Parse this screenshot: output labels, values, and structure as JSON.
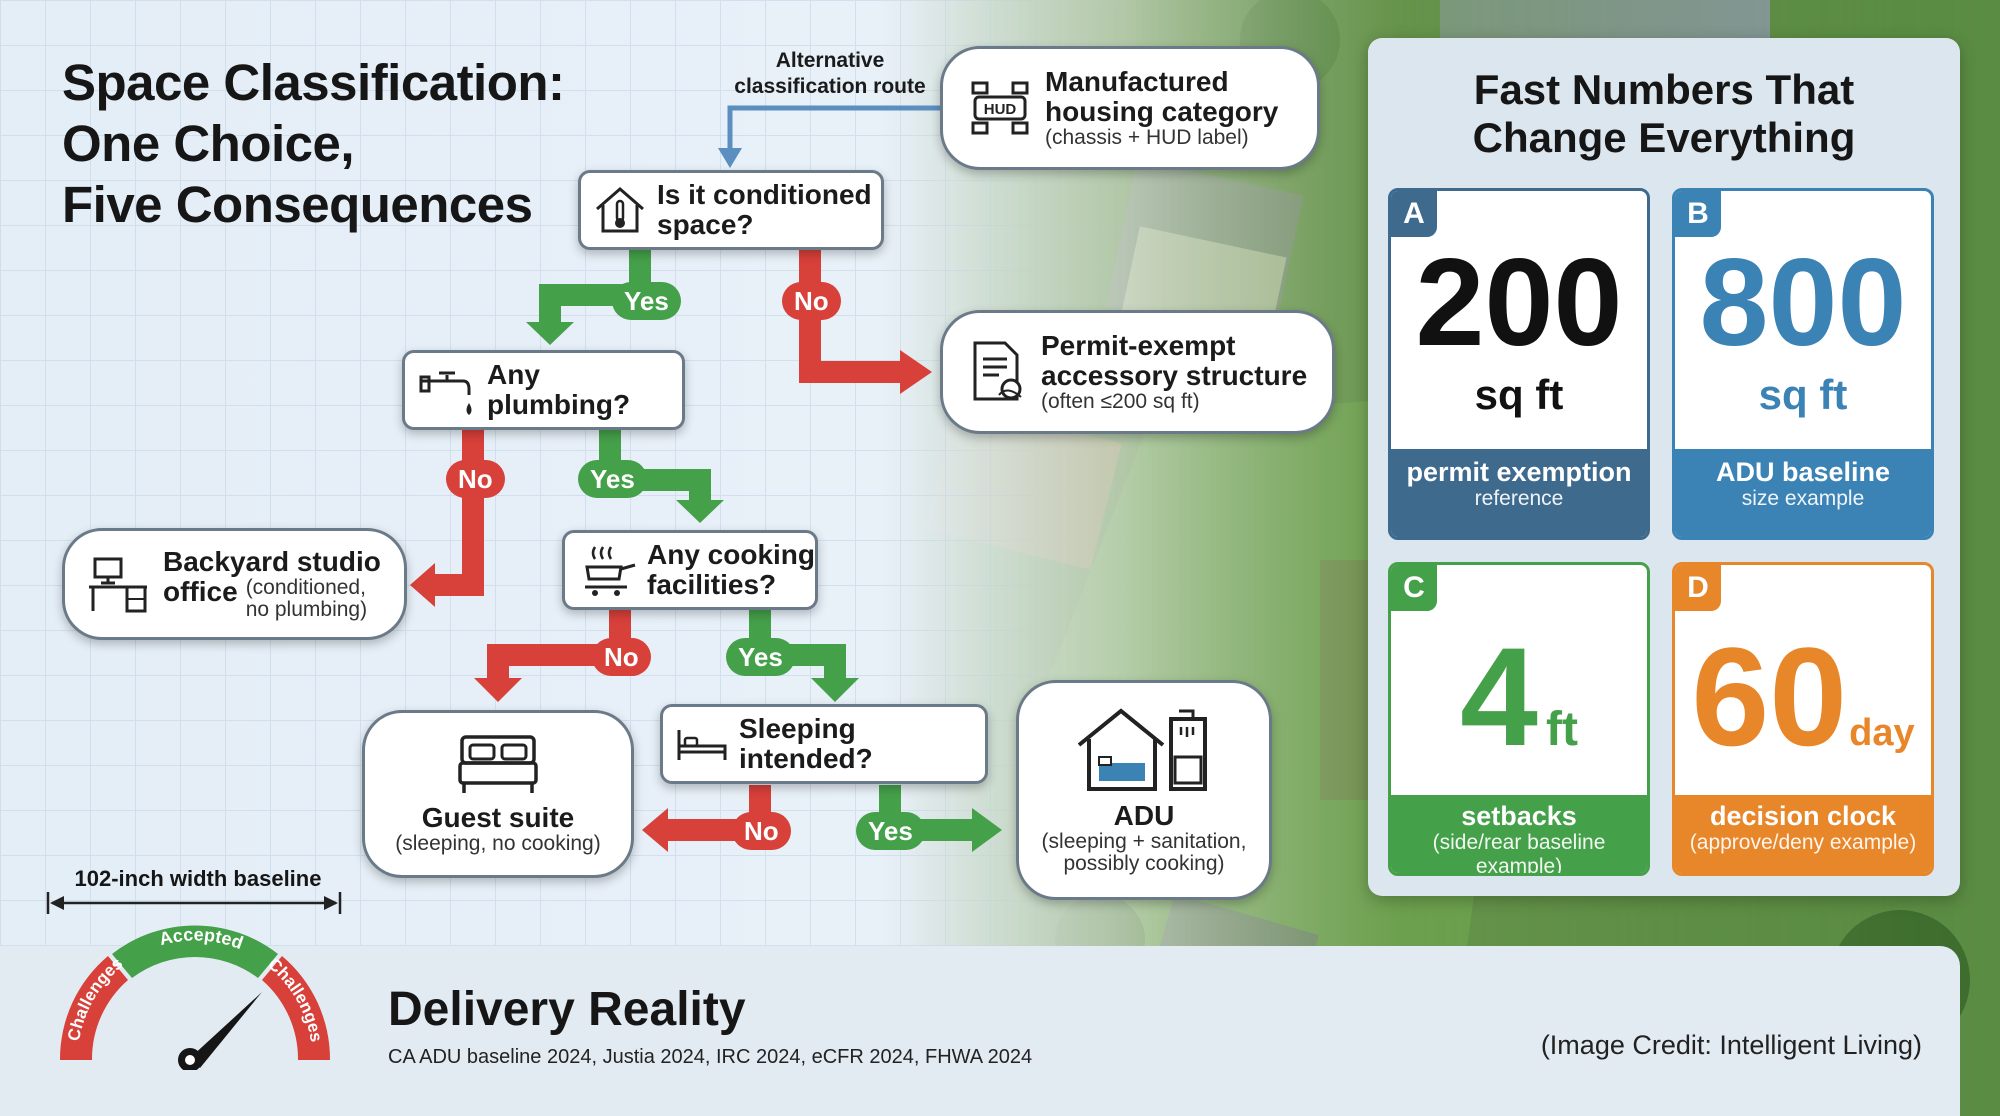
{
  "title": {
    "line1": "Space Classification:",
    "line2": "One Choice,",
    "line3": "Five Consequences"
  },
  "alternative_route": {
    "line1": "Alternative",
    "line2": "classification route"
  },
  "nodes": {
    "manufactured": {
      "line1": "Manufactured",
      "line2": "housing category",
      "sub": "(chassis + HUD label)",
      "icon_text": "HUD"
    },
    "conditioned": {
      "line1": "Is it conditioned",
      "line2": "space?"
    },
    "permit_exempt": {
      "line1": "Permit-exempt",
      "line2": "accessory structure",
      "sub": "(often ≤200 sq ft)"
    },
    "plumbing": {
      "label": "Any plumbing?"
    },
    "studio": {
      "line1": "Backyard studio",
      "line2": "office",
      "sub1": "(conditioned,",
      "sub2": "no plumbing)"
    },
    "cooking": {
      "line1": "Any cooking",
      "line2": "facilities?"
    },
    "sleeping": {
      "label": "Sleeping intended?"
    },
    "guest": {
      "label": "Guest suite",
      "sub": "(sleeping, no cooking)"
    },
    "adu": {
      "label": "ADU",
      "sub1": "(sleeping + sanitation,",
      "sub2": "possibly cooking)"
    }
  },
  "pills": {
    "yes1": "Yes",
    "no1": "No",
    "no2": "No",
    "yes2": "Yes",
    "no3": "No",
    "yes3": "Yes",
    "no4": "No",
    "yes4": "Yes"
  },
  "panel": {
    "title_line1": "Fast Numbers That",
    "title_line2": "Change Everything",
    "cards": [
      {
        "letter": "A",
        "number": "200",
        "unit": "sq ft",
        "label": "permit exemption",
        "sublabel": "reference",
        "color": "#3e6a8e"
      },
      {
        "letter": "B",
        "number": "800",
        "unit": "sq ft",
        "label": "ADU baseline",
        "sublabel": "size example",
        "color": "#3b82b5"
      },
      {
        "letter": "C",
        "number": "4",
        "unit": "ft",
        "label": "setbacks",
        "sublabel": "(side/rear baseline example)",
        "color": "#45a04a"
      },
      {
        "letter": "D",
        "number": "60",
        "unit": "day",
        "label": "decision clock",
        "sublabel": "(approve/deny example)",
        "color": "#e8862a"
      }
    ]
  },
  "gauge": {
    "width_label": "102-inch width baseline",
    "left": "Challenges",
    "center": "Accepted",
    "right": "Challenges"
  },
  "delivery": {
    "title": "Delivery Reality",
    "sources": "CA ADU baseline 2024, Justia 2024, IRC 2024, eCFR 2024, FHWA 2024"
  },
  "credit": "(Image Credit: Intelligent Living)"
}
